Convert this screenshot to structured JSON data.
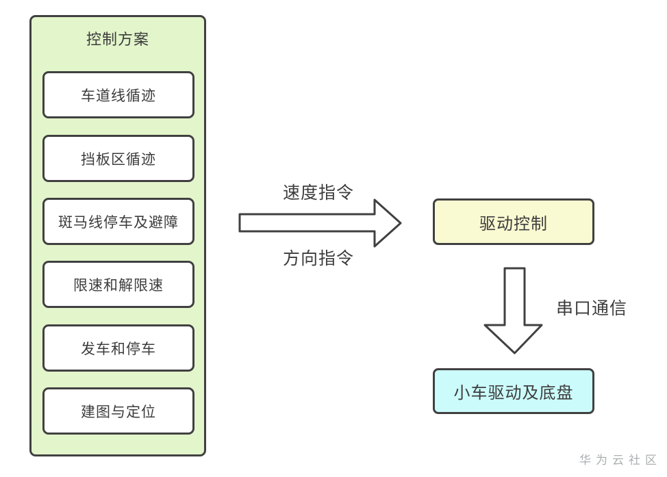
{
  "panel": {
    "title": "控制方案",
    "fill": "#e3f5cb",
    "items": [
      {
        "label": "车道线循迹"
      },
      {
        "label": "挡板区循迹"
      },
      {
        "label": "斑马线停车及避障"
      },
      {
        "label": "限速和解限速"
      },
      {
        "label": "发车和停车"
      },
      {
        "label": "建图与定位"
      }
    ]
  },
  "flow": {
    "speed_label": "速度指令",
    "direction_label": "方向指令",
    "serial_label": "串口通信"
  },
  "nodes": {
    "drive_control": {
      "label": "驱动控制",
      "fill": "#fafad2"
    },
    "car_chassis": {
      "label": "小车驱动及底盘",
      "fill": "#ccfbfb"
    }
  },
  "watermark": {
    "text": "华为云社区",
    "color": "#abaeb0"
  },
  "colors": {
    "stroke": "#404040",
    "text": "#3c3c3c",
    "background": "#ffffff"
  }
}
